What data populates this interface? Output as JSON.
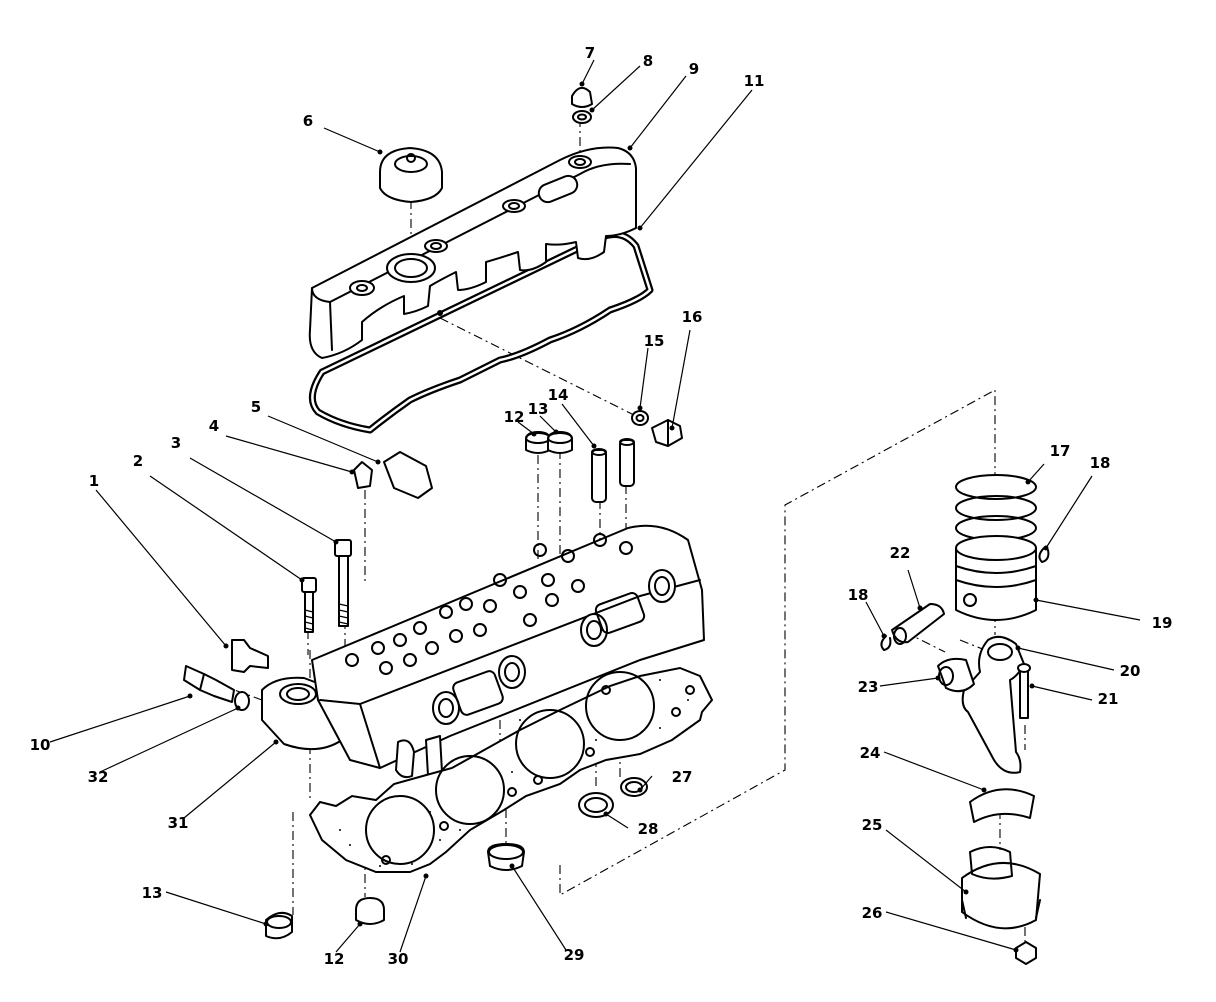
{
  "diagram": {
    "callouts": [
      {
        "id": "c1",
        "text": "1"
      },
      {
        "id": "c2",
        "text": "2"
      },
      {
        "id": "c3",
        "text": "3"
      },
      {
        "id": "c4",
        "text": "4"
      },
      {
        "id": "c5",
        "text": "5"
      },
      {
        "id": "c6",
        "text": "6"
      },
      {
        "id": "c7",
        "text": "7"
      },
      {
        "id": "c8",
        "text": "8"
      },
      {
        "id": "c9",
        "text": "9"
      },
      {
        "id": "c10",
        "text": "10"
      },
      {
        "id": "c11",
        "text": "11"
      },
      {
        "id": "c12a",
        "text": "12"
      },
      {
        "id": "c12b",
        "text": "12"
      },
      {
        "id": "c13a",
        "text": "13"
      },
      {
        "id": "c13b",
        "text": "13"
      },
      {
        "id": "c14",
        "text": "14"
      },
      {
        "id": "c15",
        "text": "15"
      },
      {
        "id": "c16",
        "text": "16"
      },
      {
        "id": "c17",
        "text": "17"
      },
      {
        "id": "c18a",
        "text": "18"
      },
      {
        "id": "c18b",
        "text": "18"
      },
      {
        "id": "c19",
        "text": "19"
      },
      {
        "id": "c20",
        "text": "20"
      },
      {
        "id": "c21",
        "text": "21"
      },
      {
        "id": "c22",
        "text": "22"
      },
      {
        "id": "c23",
        "text": "23"
      },
      {
        "id": "c24",
        "text": "24"
      },
      {
        "id": "c25",
        "text": "25"
      },
      {
        "id": "c26",
        "text": "26"
      },
      {
        "id": "c27",
        "text": "27"
      },
      {
        "id": "c28",
        "text": "28"
      },
      {
        "id": "c29",
        "text": "29"
      },
      {
        "id": "c30",
        "text": "30"
      },
      {
        "id": "c31",
        "text": "31"
      },
      {
        "id": "c32",
        "text": "32"
      }
    ]
  }
}
